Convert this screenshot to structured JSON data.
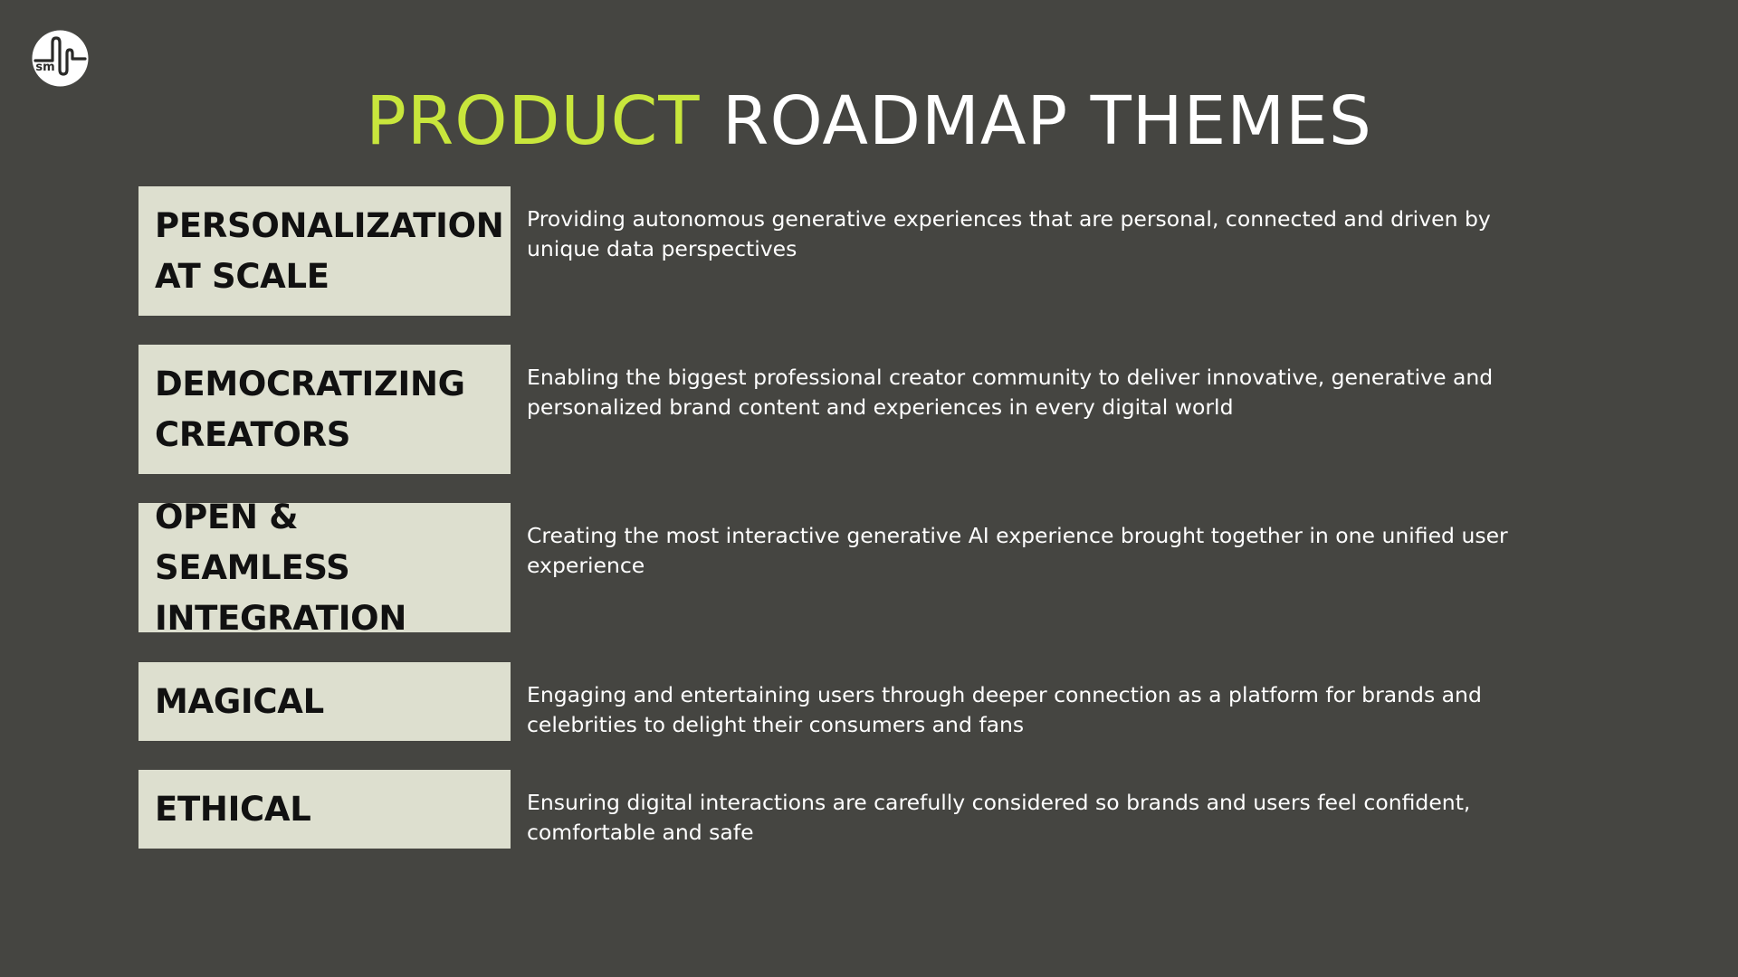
{
  "logo": {
    "icon": "sm-wave-logo",
    "text": "sm"
  },
  "title": {
    "accent": "PRODUCT",
    "rest": " ROADMAP THEMES"
  },
  "themes": [
    {
      "label": "PERSONALIZATION\nAT SCALE",
      "description": "Providing autonomous generative experiences that are personal, connected and driven by unique data perspectives"
    },
    {
      "label": "DEMOCRATIZING\nCREATORS",
      "description": "Enabling the biggest professional creator community to deliver innovative, generative and personalized brand content and experiences in every digital world"
    },
    {
      "label": "OPEN & SEAMLESS\nINTEGRATION",
      "description": "Creating the most interactive generative AI experience brought together in one unified user experience"
    },
    {
      "label": "MAGICAL",
      "description": "Engaging and entertaining users  through deeper connection as a platform for brands and celebrities to delight their consumers and fans"
    },
    {
      "label": "ETHICAL",
      "description": "Ensuring digital interactions are carefully considered so brands and users feel confident, comfortable and safe"
    }
  ],
  "colors": {
    "background": "#454541",
    "accent": "#c8e63c",
    "box": "#dddfcf"
  }
}
